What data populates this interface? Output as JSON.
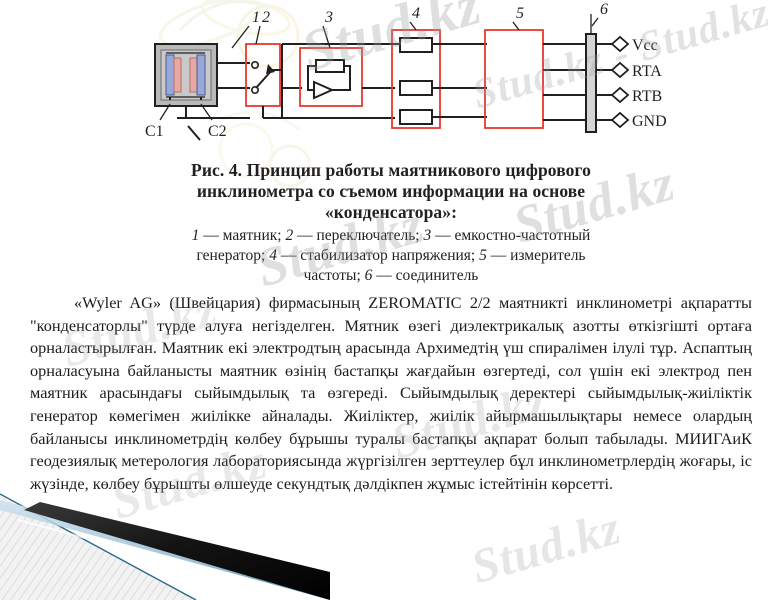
{
  "document": {
    "type": "slide-page",
    "language": "kk-RU-mixed"
  },
  "watermark": {
    "text": "Stud.kz",
    "text_alt": "Stud.kz - Stud.kz",
    "instances": [
      "Stud.kz",
      "Stud.kz",
      "Stud.kz",
      "Stud.kz",
      "Stud.kz",
      "Stud.kz",
      "Stud.kz",
      "Stud.kz"
    ],
    "color": "#9aa0a6"
  },
  "figure": {
    "alt": "Block diagram of pendulum digital inclinometer with capacitor-based information pickup",
    "callouts": [
      "1",
      "2",
      "3",
      "4",
      "5",
      "6"
    ],
    "capacitor_labels": [
      "C1",
      "C2"
    ],
    "terminals": [
      "Vcc",
      "RTA",
      "RTB",
      "GND"
    ],
    "colors": {
      "highlight_box": "#e8392f",
      "plate_blue": "#9aa8d8",
      "plate_pink": "#e8a9a5",
      "body_gray": "#c9c9c9",
      "line": "#231f20"
    }
  },
  "caption": {
    "title_line1": "Рис. 4. Принцип работы маятникового цифрового",
    "title_line2": "инклинометра со съемом информации на основе",
    "title_line3": "«конденсатора»:",
    "legend_line1_a": "1",
    "legend_line1_b": " — маятник; ",
    "legend_line1_c": "2",
    "legend_line1_d": " — переключатель; ",
    "legend_line1_e": "3",
    "legend_line1_f": " — емкостно-частотный",
    "legend_line2_a": "генератор; ",
    "legend_line2_b": "4",
    "legend_line2_c": " — стабилизатор напряжения; ",
    "legend_line2_d": "5",
    "legend_line2_e": " — измеритель",
    "legend_line3_a": "частоты; ",
    "legend_line3_b": "6",
    "legend_line3_c": " — соединитель"
  },
  "body": {
    "paragraph": "«Wyler AG» (Швейцария) фирмасының ZEROMATIC 2/2 маятникті инклинометрі ақпаратты \"конденсаторлы\" түрде алуға негізделген. Мятник өзегі диэлектрикалық азотты өткізгішті ортаға орналастырылған. Маятник екі электродтың арасында Архимедтің үш спиралімен ілулі тұр. Аспаптың орналасуына байланысты маятник өзінің бастапқы жағдайын өзгертеді, сол үшін екі электрод пен маятник арасындағы сыйымдылық та өзгереді. Сыйымдылық деректері сыйымдылық-жиіліктік генератор көмегімен жиілікке айналады. Жиіліктер, жиілік айырмашылықтары немесе олардың байланысы инклинометрдің көлбеу бұрышы туралы бастапқы ақпарат болып табылады. МИИГАиК геодезиялық метерология лабораториясында жүргізілген зерттеулер бұл инклинометрлердің жоғары, іс жүзінде, көлбеу бұрышты өлшеуде секундтық дәлдікпен жұмыс істейтінін көрсетті."
  }
}
